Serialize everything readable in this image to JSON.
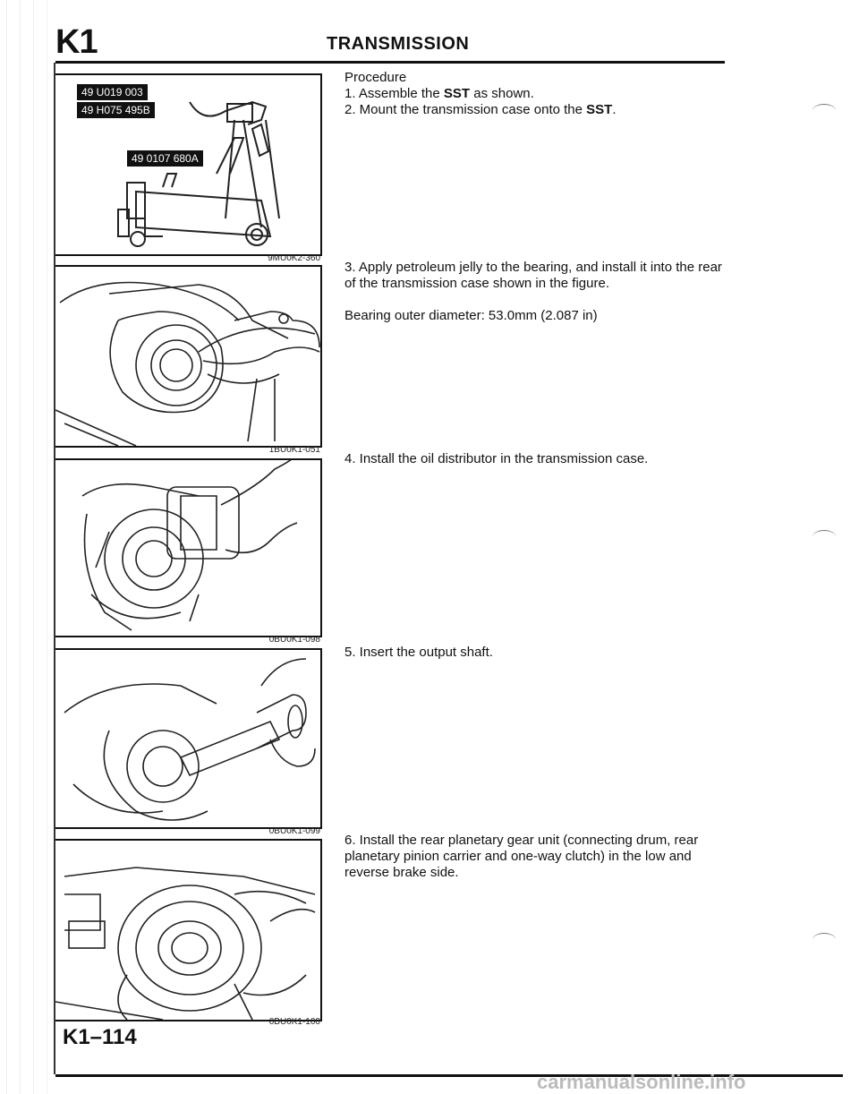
{
  "header": {
    "section": "K1",
    "title": "TRANSMISSION"
  },
  "figures": [
    {
      "code": "9MU0K2-360",
      "tags": [
        "49 U019 003",
        "49 H075 495B",
        "49 0107 680A"
      ]
    },
    {
      "code": "1BU0K1-051"
    },
    {
      "code": "0BU0K1-098"
    },
    {
      "code": "0BU0K1-099"
    },
    {
      "code": "0BU0K1-100"
    }
  ],
  "steps": {
    "heading": "Procedure",
    "s1_pre": "1. Assemble the ",
    "s1_bold": "SST",
    "s1_post": " as shown.",
    "s2_pre": "2. Mount the transmission case onto the ",
    "s2_bold": "SST",
    "s2_post": ".",
    "s3": "3. Apply petroleum jelly to the bearing, and install it into the rear of the transmission case shown in the figure.",
    "s3_spec": "Bearing outer diameter: 53.0mm (2.087 in)",
    "s4": "4. Install the oil distributor in the transmission case.",
    "s5": "5. Insert the output shaft.",
    "s6": "6. Install the rear planetary gear unit (connecting drum, rear planetary pinion carrier and one-way clutch) in the low and reverse brake side."
  },
  "footer": {
    "page": "K1–114",
    "watermark": "carmanualsonline.info"
  }
}
